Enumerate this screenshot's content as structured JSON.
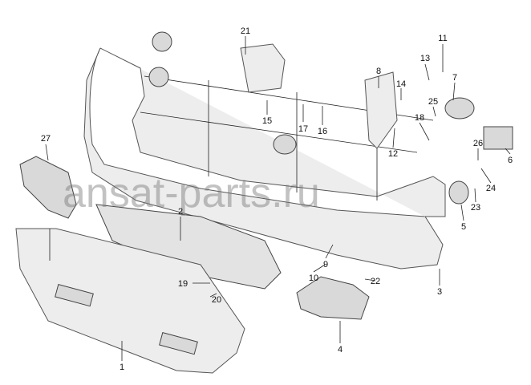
{
  "diagram": {
    "watermark": "ansat-parts.ru",
    "callouts": [
      {
        "id": "21",
        "label": "21"
      },
      {
        "id": "11",
        "label": "11"
      },
      {
        "id": "13",
        "label": "13"
      },
      {
        "id": "8",
        "label": "8"
      },
      {
        "id": "7",
        "label": "7"
      },
      {
        "id": "14",
        "label": "14"
      },
      {
        "id": "25",
        "label": "25"
      },
      {
        "id": "18",
        "label": "18"
      },
      {
        "id": "15",
        "label": "15"
      },
      {
        "id": "17",
        "label": "17"
      },
      {
        "id": "16",
        "label": "16"
      },
      {
        "id": "12",
        "label": "12"
      },
      {
        "id": "26",
        "label": "26"
      },
      {
        "id": "6",
        "label": "6"
      },
      {
        "id": "24",
        "label": "24"
      },
      {
        "id": "23",
        "label": "23"
      },
      {
        "id": "5",
        "label": "5"
      },
      {
        "id": "27",
        "label": "27"
      },
      {
        "id": "2",
        "label": "2"
      },
      {
        "id": "9",
        "label": "9"
      },
      {
        "id": "10",
        "label": "10"
      },
      {
        "id": "22",
        "label": "22"
      },
      {
        "id": "3",
        "label": "3"
      },
      {
        "id": "19",
        "label": "19"
      },
      {
        "id": "20",
        "label": "20"
      },
      {
        "id": "4",
        "label": "4"
      },
      {
        "id": "1",
        "label": "1"
      }
    ]
  }
}
